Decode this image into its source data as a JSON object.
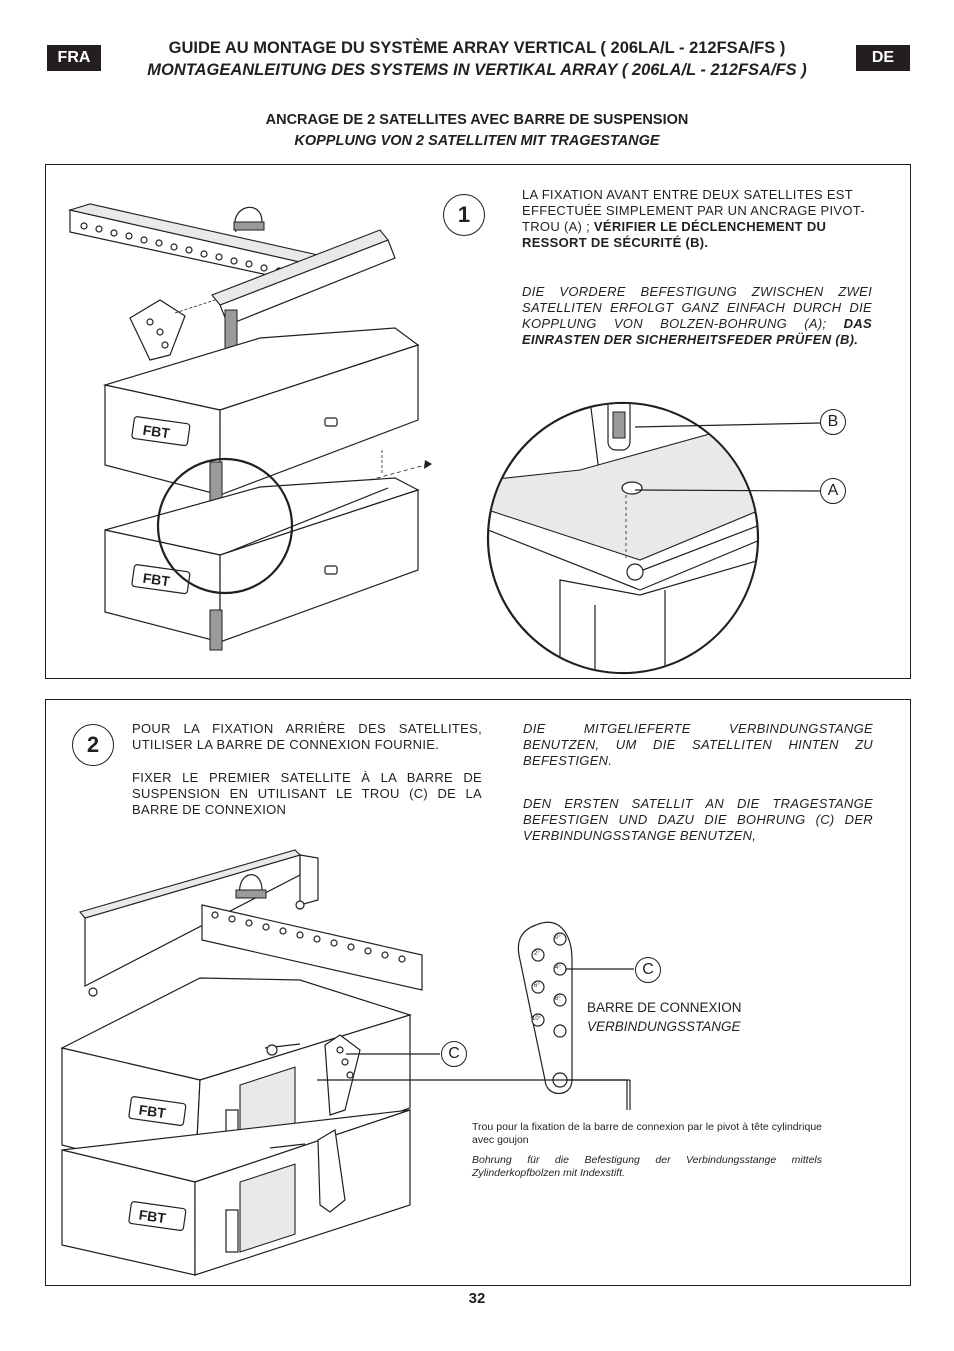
{
  "header": {
    "lang_left": "FRA",
    "lang_right": "DE",
    "title_fr": "GUIDE AU MONTAGE DU SYSTÈME ARRAY VERTICAL ( 206LA/L - 212FSA/FS )",
    "title_de": "MONTAGEANLEITUNG DES SYSTEMS IN VERTIKAL ARRAY ( 206LA/L - 212FSA/FS )",
    "subtitle_fr": "ANCRAGE DE 2 SATELLITES AVEC BARRE DE SUSPENSION",
    "subtitle_de": "KOPPLUNG VON 2 SATELLITEN MIT TRAGESTANGE"
  },
  "step1": {
    "number": "1",
    "text_fr_normal": "LA FIXATION AVANT ENTRE DEUX SATELLITES EST EFFECTUÉE SIMPLEMENT PAR UN ANCRAGE PIVOT-TROU (A) ; ",
    "text_fr_bold": "VÉRIFIER LE DÉCLENCHEMENT DU RESSORT DE SÉCURITÉ (B).",
    "text_de_normal": "DIE VORDERE BEFESTIGUNG ZWISCHEN ZWEI SATELLITEN ERFOLGT GANZ EINFACH DURCH DIE KOPPLUNG VON BOLZEN-BOHRUNG (A); ",
    "text_de_bold": "DAS EINRASTEN DER SICHERHEITSFEDER PRÜFEN (B).",
    "label_b": "B",
    "label_a": "A",
    "brand": "FBT"
  },
  "step2": {
    "number": "2",
    "text_fr_1": "POUR LA FIXATION ARRIÈRE DES SATELLITES, UTILISER LA BARRE DE CONNEXION FOURNIE.",
    "text_fr_2": "FIXER LE PREMIER SATELLITE À LA BARRE DE SUSPENSION EN UTILISANT LE TROU (C) DE LA BARRE DE CONNEXION",
    "text_de_1": "DIE MITGELIEFERTE VERBINDUNGSTANGE BENUTZEN, UM DIE SATELLITEN HINTEN ZU BEFESTIGEN.",
    "text_de_2": "DEN ERSTEN SATELLIT AN DIE TRAGESTANGE BEFESTIGEN UND DAZU DIE BOHRUNG (C) DER VERBINDUNGSSTANGE BENUTZEN,",
    "label_c": "C",
    "bar_label_fr": "BARRE DE CONNEXION",
    "bar_label_de": "VERBINDUNGSSTANGE",
    "angles": [
      "0°",
      "2°",
      "4°",
      "6°",
      "8°",
      "10°"
    ],
    "note_fr": "Trou pour la fixation de la barre de connexion par le pivot à tête cylindrique avec goujon",
    "note_de": "Bohrung für die Befestigung der Verbindungsstange mittels Zylinderkopfbolzen mit Indexstift.",
    "brand": "FBT"
  },
  "page_number": "32"
}
